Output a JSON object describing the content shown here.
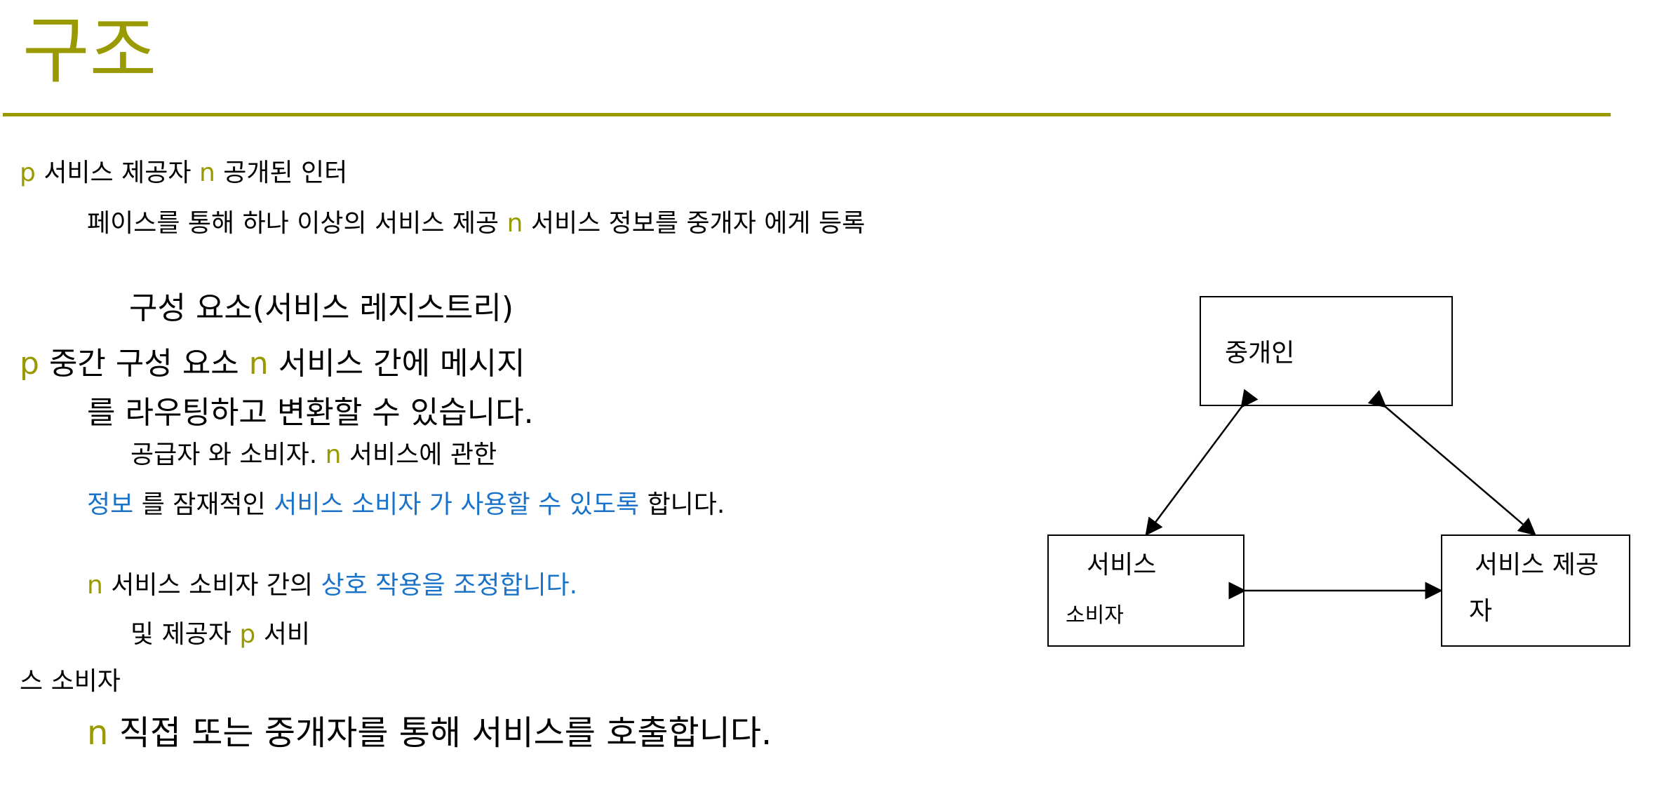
{
  "title": "구조",
  "lines": {
    "l1": {
      "bullet": "p",
      "text1": "서비스 제공자",
      "bullet2": "n",
      "text2": "공개된 인터"
    },
    "l2": {
      "text1": "페이스를 통해 하나 이상의 서비스 제공",
      "bullet": "n",
      "text2": "서비스 정보를 중개자 에게 등록"
    },
    "l3": {
      "text": "구성 요소(서비스 레지스트리)"
    },
    "l4": {
      "bullet": "p",
      "text1": "중간 구성 요소",
      "bullet2": "n",
      "text2": "서비스 간에 메시지"
    },
    "l5": {
      "text": "를 라우팅하고 변환할 수 있습니다."
    },
    "l6": {
      "text1": "공급자 와 소비자.",
      "bullet": "n",
      "text2": "서비스에 관한"
    },
    "l7": {
      "blue1": "정보",
      "text1": "를 잠재적인",
      "blue2": "서비스 소비자 가 사용할 수 있도록",
      "text2": "합니다."
    },
    "l8": {
      "bullet": "n",
      "text1": "서비스 소비자 간의",
      "blue1": "상호 작용을 조정합니다."
    },
    "l9": {
      "text1": "및 제공자",
      "bullet": "p",
      "text2": "서비"
    },
    "l10": {
      "text": "스 소비자"
    },
    "l11": {
      "bullet": "n",
      "text": "직접 또는 중개자를 통해 서비스를 호출합니다."
    }
  },
  "diagram": {
    "broker": "중개인",
    "consumer_line1": "서비스",
    "consumer_line2": "소비자",
    "provider_line1": "서비스 제공",
    "provider_line2": "자"
  },
  "colors": {
    "accent": "#999900",
    "link": "#1a73c8"
  }
}
